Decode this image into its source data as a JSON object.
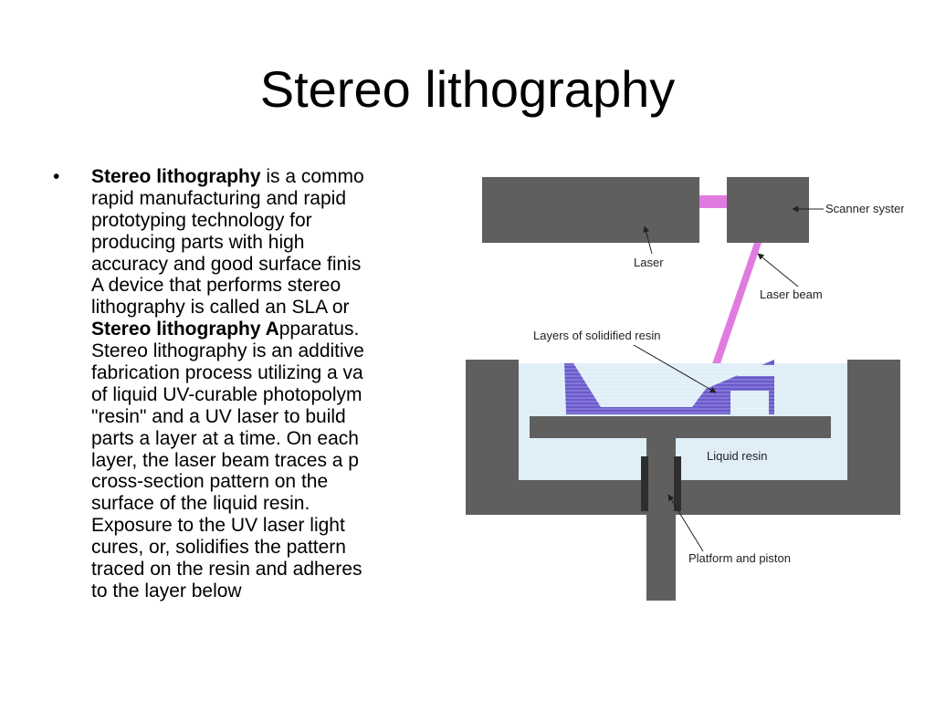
{
  "slide": {
    "title": "Stereo lithography",
    "bullet_symbol": "•",
    "body_lines": [
      {
        "bold": "Stereo lithography",
        "rest": " is a commo"
      },
      {
        "bold": "",
        "rest": "rapid manufacturing and rapid"
      },
      {
        "bold": "",
        "rest": "prototyping technology for"
      },
      {
        "bold": "",
        "rest": "producing parts with high"
      },
      {
        "bold": "",
        "rest": "accuracy and good surface finis"
      },
      {
        "bold": "",
        "rest": "A device that performs stereo"
      },
      {
        "bold": "",
        "rest": "lithography is called an SLA or"
      },
      {
        "bold": "Stereo lithography A",
        "rest": "pparatus."
      },
      {
        "bold": "",
        "rest": "Stereo lithography is an additive"
      },
      {
        "bold": "",
        "rest": "fabrication process utilizing a va"
      },
      {
        "bold": "",
        "rest": "of liquid UV-curable photopolym"
      },
      {
        "bold": "",
        "rest": "\"resin\" and a UV laser to build"
      },
      {
        "bold": "",
        "rest": "parts a layer at a time. On each"
      },
      {
        "bold": "",
        "rest": "layer, the laser beam traces a p"
      },
      {
        "bold": "",
        "rest": "cross-section pattern on the"
      },
      {
        "bold": "",
        "rest": "surface of the liquid resin."
      },
      {
        "bold": "",
        "rest": "Exposure to the UV laser light"
      },
      {
        "bold": "",
        "rest": "cures, or, solidifies the pattern"
      },
      {
        "bold": "",
        "rest": "traced on the resin and adheres"
      },
      {
        "bold": "",
        "rest": "to the layer below"
      }
    ]
  },
  "diagram": {
    "labels": {
      "scanner": "Scanner system",
      "laser": "Laser",
      "laser_beam": "Laser beam",
      "layers": "Layers of solidified resin",
      "liquid_resin": "Liquid resin",
      "platform": "Platform and piston"
    },
    "colors": {
      "machine": "#5f5f5f",
      "resin_liquid": "#dfeef7",
      "resin_solid": "#6a5acd",
      "beam": "#e07ce0",
      "arrow": "#222222"
    }
  }
}
